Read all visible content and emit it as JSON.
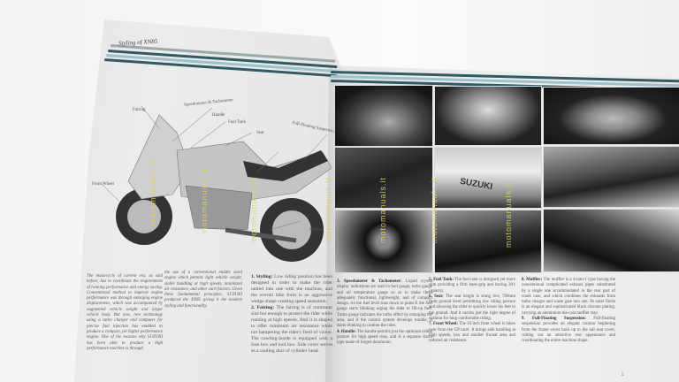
{
  "left_page": {
    "title": "Styling of XN85",
    "diagram_labels": {
      "speedometer": "Speedometer & Tachometer",
      "handle": "Handle",
      "fuel_tank": "Fuel Tank",
      "seat": "Seat",
      "suspension": "Full-Floating Suspension",
      "muffler": "Muffler",
      "front_wheel": "Front Wheel",
      "fairing": "Fairing"
    },
    "col1": "The motorcycle of current era, as said before, has to coordinate the requirements of running performance and energy saving. Conventional method to improve engine performance was through enlarging engine displacement, which was accompanied by augmented vehicle weight and larger vehicle body. But now, new technology using a turbo charger and computer for precise fuel injection has enabled to produce a compact, yet higher performance engine. One of the reasons why SUZUKI has been able to produce a high performance machine is through",
    "col2": "the use of a conventional middle sized engine which permits light vehicle weight, stable handling at high speeds, minimized air resistance, and other such factors. Given these fundamental principles, SUZUKI produced the XN85 giving it the modern styling and functionality.",
    "styling_h": "1. Styling:",
    "styling": " Low riding position has been designed in order to make the rider united into one with the machine, and the overall bike form is an aggressive wedge shape creating speed sensation.",
    "fairing_h": "2. Fairing:",
    "fairing": " The fairing is of minimum size but enough to protect the rider while running at high speeds. And it is shaped to offer minimum air resistance while not hampering the rider's field of vision. The cowling-inside is equipped with a fuse box and tool box. Side cover serves as a cooling duct of cylinder head."
  },
  "right_page": {
    "speedo_h": "3. Speedometer & Tachometer:",
    "speedo": " Liquid crystal display indications are used in fuel gauge, turbo gauge and oil temperature gauge so as to make them adequately functional, lightweight, and of compact design. As the fuel level runs down to point-E the fuel gauge starts blinking urging the rider to fill-up fuel. Turbo gauge indicates the turbo effect by enlarging the area, and if the control system develops trouble, it starts blinking to caution the rider.",
    "handle_h": "4. Handle:",
    "handle": " The handle permits just the optimum riding posture for high speed runs, and is a separate down type made of forged duralumin.",
    "tank_h": "5. Fuel Tank:",
    "tank": " The fuel tank is designed yet more slim providing a firm knee-grip and having 20ℓ capacity.",
    "seat_h": "6. Seat:",
    "seat": " The seat height is stung low, 780mm from ground level permitting low riding posture and allowing the rider to quickly lower his feet to the ground. And it carries just the right degree of cushion for long comfortable riding.",
    "wheel_h": "7. Front Wheel:",
    "wheel": " The 16 inch front wheel is taken over from the GP racer. It brings safe handling at high speeds, low and smaller frontal area and reduced air resistance.",
    "muffler_h": "8. Muffler:",
    "muffler": " The muffler is a 4-into-1 type having the conventional complicated exhaust pipes substituted by a single one accommodated in the rear part of crank case, and which combines the exhausts from turbo charger and waste gate into one. Its outer finish is an elegant and sophisticated black chrome plating, carrying an aluminium die-cast muffler stay.",
    "susp_h": "9. Full-Floating Suspension:",
    "susp": " Full-floating suspension provides an elegant contour beginning from the frame cover back up to the tail seat cover, cutting out an attractive rear appearance and coordinating the entire machine shape.",
    "page_number": "5",
    "photo_tank_text": "SUZUKI"
  },
  "watermark": "motomanuals.it",
  "colors": {
    "stripe_dark": "#2f5a66",
    "stripe_light": "#9cc3cc",
    "watermark": "#e8d830"
  }
}
